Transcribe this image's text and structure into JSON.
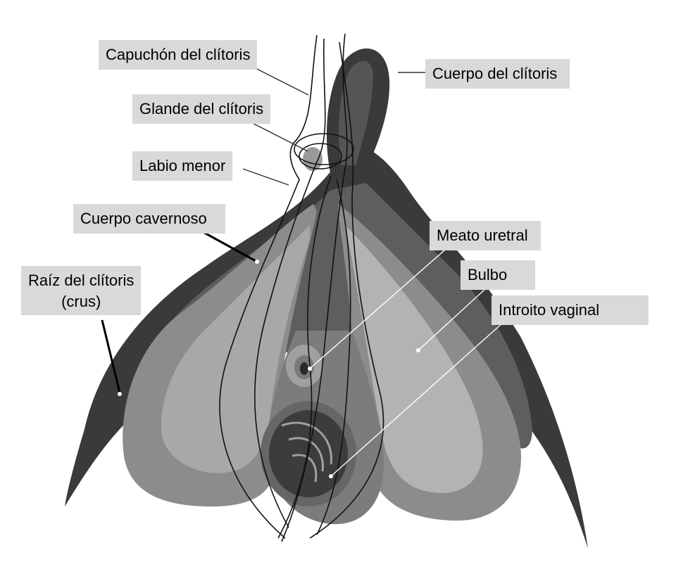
{
  "labels": {
    "capuchon": "Capuchón del clítoris",
    "glande": "Glande del clítoris",
    "labio_menor": "Labio menor",
    "cuerpo_cavernoso": "Cuerpo  cavernoso",
    "raiz_line1": "Raíz del clítoris",
    "raiz_line2": "(crus)",
    "cuerpo_clitoris": "Cuerpo del clítoris",
    "meato": "Meato uretral",
    "bulbo": "Bulbo",
    "introito": "Introito  vaginal"
  },
  "colors": {
    "label_bg": "#d9d9d9",
    "dark_body": "#3a3a3a",
    "mid_body": "#5e5e5e",
    "light_bulb": "#9a9a9a",
    "pale_bulb": "#b8b8b8",
    "leader_light": "#ffffff",
    "leader_dark": "#000000"
  }
}
